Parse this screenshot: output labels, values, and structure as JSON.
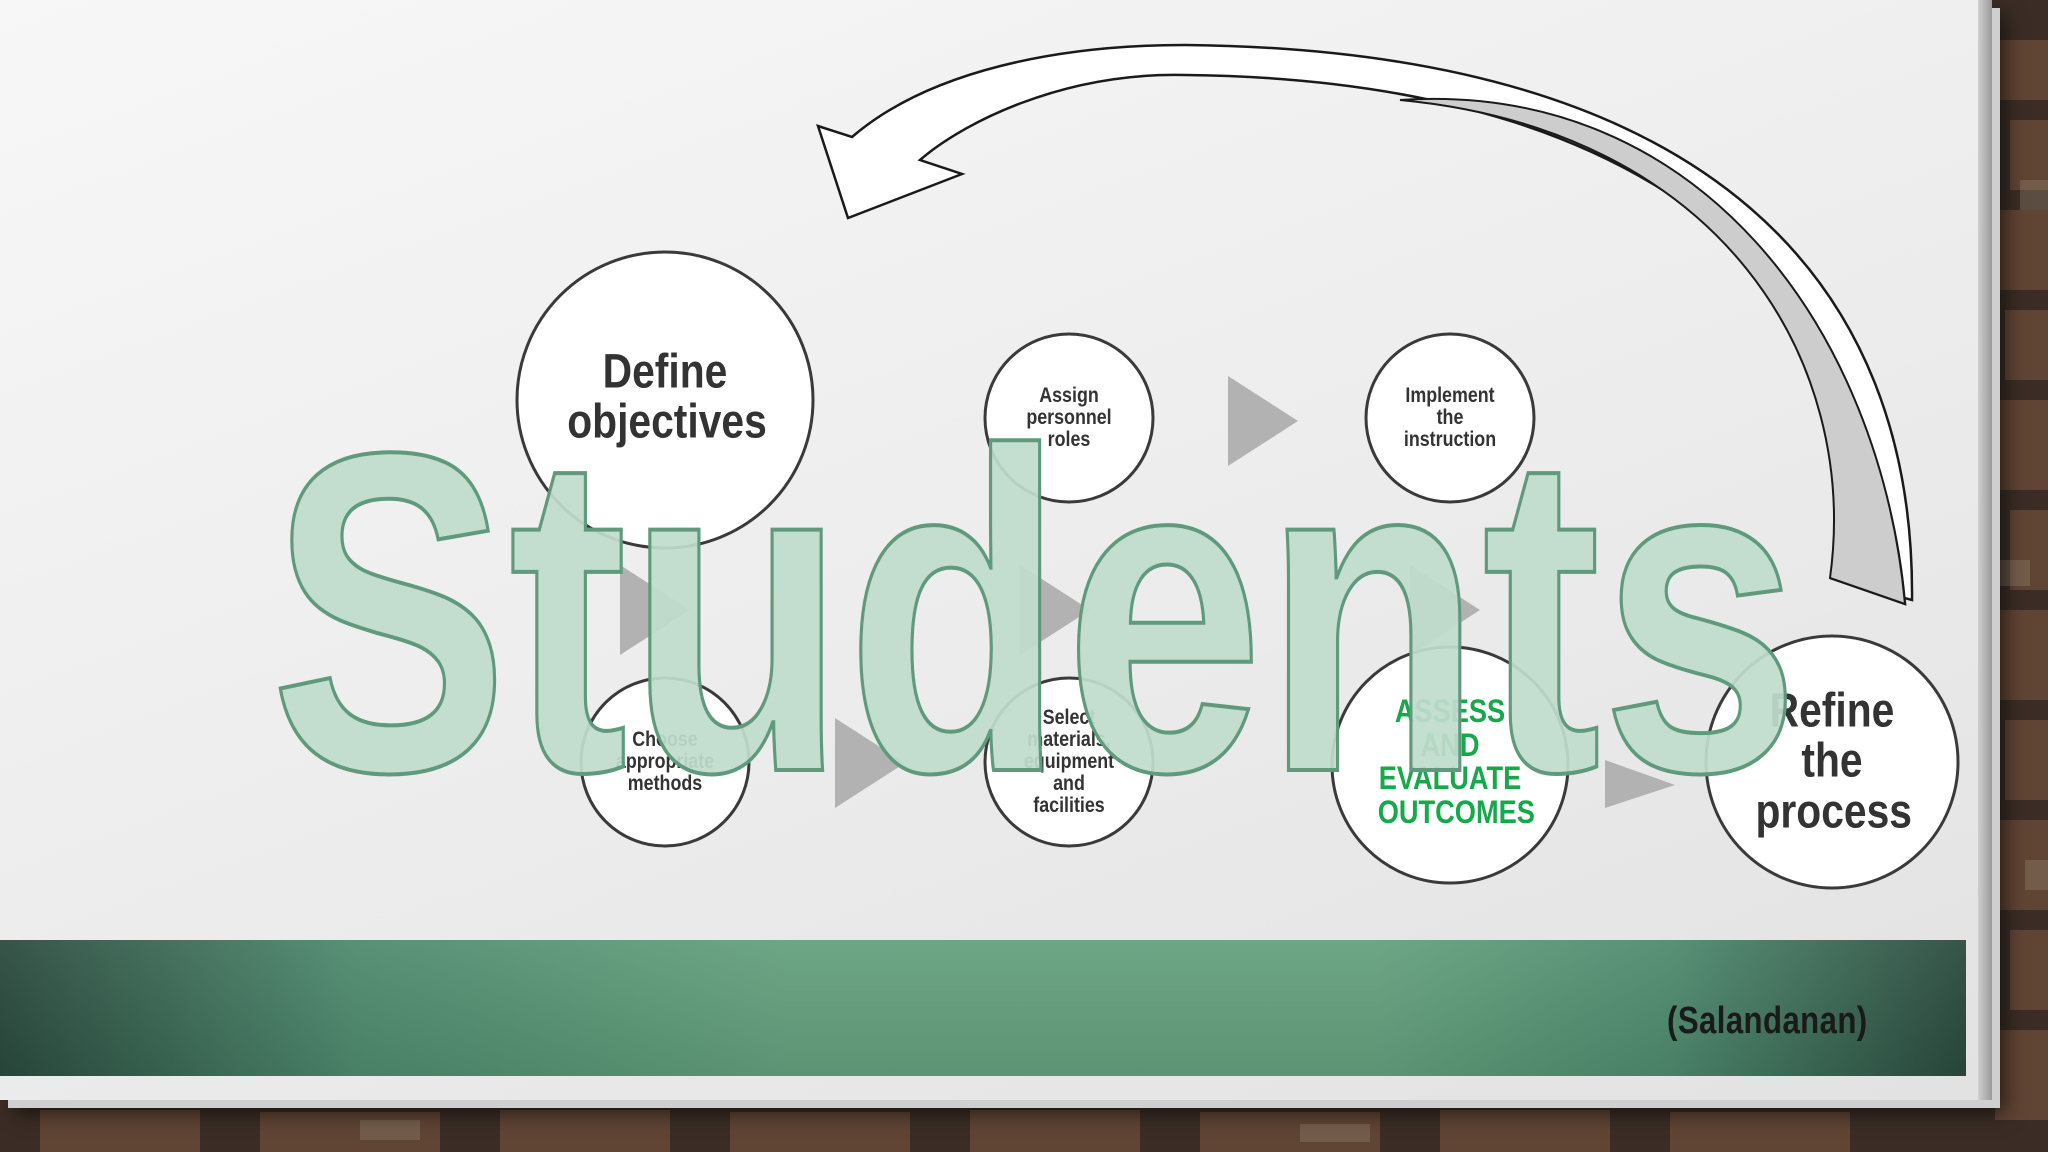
{
  "diagram": {
    "steps": [
      {
        "id": "define",
        "label": "Define objectives"
      },
      {
        "id": "methods",
        "label": "Choose appropriate methods"
      },
      {
        "id": "personnel",
        "label": "Assign personnel roles"
      },
      {
        "id": "materials",
        "label": "Select materials, equipment and facilities"
      },
      {
        "id": "implement",
        "label": "Implement the instruction"
      },
      {
        "id": "assess",
        "label": "ASSESS AND EVALUATE OUTCOMES"
      },
      {
        "id": "refine",
        "label": "Refine the process"
      }
    ],
    "overlay_word": "Students",
    "citation": "(Salandanan)"
  },
  "colors": {
    "overlay_fill": "#c0dccc",
    "overlay_stroke": "#5f9a7c",
    "band": "#64a07e",
    "assess_text": "#16a84a",
    "arrow_gray": "#b2b2b2"
  }
}
